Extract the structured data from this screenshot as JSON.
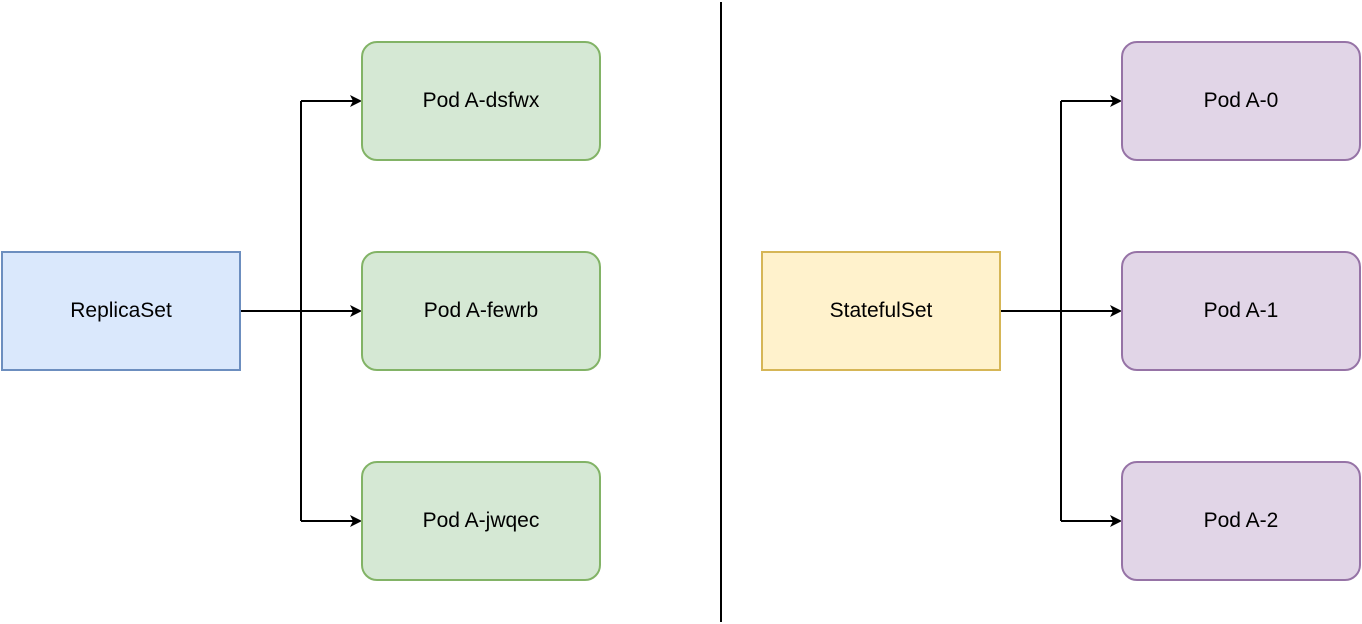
{
  "colors": {
    "replicaset_fill": "#dae8fc",
    "replicaset_stroke": "#6c8ebf",
    "statefulset_fill": "#fff2cc",
    "statefulset_stroke": "#d6b656",
    "pod_green_fill": "#d5e8d4",
    "pod_green_stroke": "#82b366",
    "pod_purple_fill": "#e1d5e7",
    "pod_purple_stroke": "#9673a6",
    "line": "#000000"
  },
  "left": {
    "controller": "ReplicaSet",
    "pods": [
      "Pod A-dsfwx",
      "Pod A-fewrb",
      "Pod A-jwqec"
    ]
  },
  "right": {
    "controller": "StatefulSet",
    "pods": [
      "Pod A-0",
      "Pod A-1",
      "Pod A-2"
    ]
  }
}
